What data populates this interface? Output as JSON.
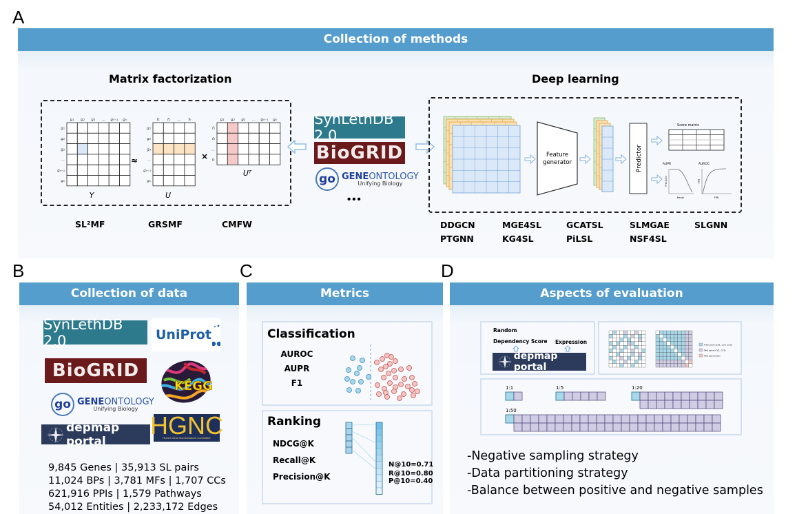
{
  "panels": {
    "a": {
      "letter": "A",
      "title": "Collection of methods",
      "matrix_factorization": {
        "title": "Matrix factorization",
        "matrix_y_label": "Y",
        "matrix_u_label": "U",
        "matrix_ut_label": "Uᵀ",
        "approx_symbol": "≈",
        "times_symbol": "×",
        "y_col_labels": [
          "g₁",
          "g₂",
          "g₃",
          "…",
          "gₙ₋₁",
          "gₙ"
        ],
        "y_row_labels": [
          "g₁",
          "g₂",
          "g₃",
          "…",
          "gₙ₋₁",
          "gₙ"
        ],
        "u_col_labels": [
          "f₁",
          "f₂",
          "…",
          "fₖ"
        ],
        "u_row_labels": [
          "g₁",
          "g₂",
          "g₃",
          "…",
          "gₙ₋₁",
          "gₙ"
        ],
        "ut_col_labels": [
          "g₁",
          "g₂",
          "g₃",
          "…",
          "gₙ₋₁",
          "gₙ"
        ],
        "ut_row_labels": [
          "f₁",
          "f₂",
          "…",
          "fₖ"
        ],
        "methods": [
          "SL²MF",
          "GRSMF",
          "CMFW"
        ]
      },
      "sources": {
        "synlethdb": "SynLethDB 2.0",
        "biogrid": "BioGRID",
        "geneontology_bold": "GENE",
        "geneontology_rest": "ONTOLOGY",
        "geneontology_tagline": "Unifying Biology",
        "geneontology_symbol": "go",
        "ellipsis": "•••"
      },
      "deep_learning": {
        "title": "Deep learning",
        "feature_generator": "Feature generator",
        "predictor": "Predictor",
        "score_matrix": "Score matrix",
        "aupr": "AUPR",
        "auroc": "AUROC",
        "precision_axis": "Precision",
        "recall_axis": "Recall",
        "tpr_axis": "TPR",
        "fpr_axis": "FPR",
        "methods_row1": [
          "DDGCN",
          "MGE4SL",
          "GCATSL",
          "SLMGAE",
          "SLGNN"
        ],
        "methods_row2": [
          "PTGNN",
          "KG4SL",
          "PiLSL",
          "NSF4SL"
        ]
      }
    },
    "b": {
      "letter": "B",
      "title": "Collection of data",
      "logos": {
        "synlethdb": "SynLethDB 2.0",
        "uniprot": "UniProt",
        "biogrid": "BioGRID",
        "kegg": "KEGG",
        "geneontology_bold": "GENE",
        "geneontology_rest": "ONTOLOGY",
        "geneontology_tagline": "Unifying Biology",
        "geneontology_symbol": "go",
        "depmap": "depmap portal",
        "hgnc": "HGNC",
        "hgnc_tagline": "HUGO Gene Nomenclature Committee"
      },
      "stats": [
        "9,845 Genes | 35,913 SL pairs",
        "11,024 BPs | 3,781 MFs | 1,707 CCs",
        "621,916 PPIs | 1,579 Pathways",
        "54,012 Entities | 2,233,172 Edges"
      ]
    },
    "c": {
      "letter": "C",
      "title": "Metrics",
      "classification": {
        "title": "Classification",
        "metrics": [
          "AUROC",
          "AUPR",
          "F1"
        ]
      },
      "ranking": {
        "title": "Ranking",
        "metrics": [
          "NDCG@K",
          "Recall@K",
          "Precision@K"
        ],
        "values": [
          "N@10=0.71",
          "R@10=0.80",
          "P@10=0.40"
        ]
      }
    },
    "d": {
      "letter": "D",
      "title": "Aspects of evaluation",
      "negative_sampling": {
        "random": "Random",
        "dependency_score": "Dependency Score",
        "expression": "Expression",
        "depmap": "depmap portal"
      },
      "partition_legend": [
        "Train pairs (CV1, CV2, CV3)",
        "Test pairs (CV2, CV3)",
        "Test pairs (CV3)"
      ],
      "ratios": [
        {
          "label": "1:1",
          "negatives": 1
        },
        {
          "label": "1:5",
          "negatives": 5
        },
        {
          "label": "1:20",
          "negatives": 20
        },
        {
          "label": "1:50",
          "negatives": 50
        }
      ],
      "aspects": [
        "-Negative sampling strategy",
        "-Data partitioning strategy",
        "-Balance between positive and negative samples"
      ]
    }
  },
  "colors": {
    "header_blue": "#559dcd",
    "positive_blue": "#a8d8ea",
    "negative_purple": "#d0cce3",
    "negative_red": "#f4c7c3",
    "cell_highlight_blue": "#dbe8f8",
    "cell_highlight_orange": "#fbe3c4",
    "cell_highlight_red": "#f6c9c9"
  }
}
